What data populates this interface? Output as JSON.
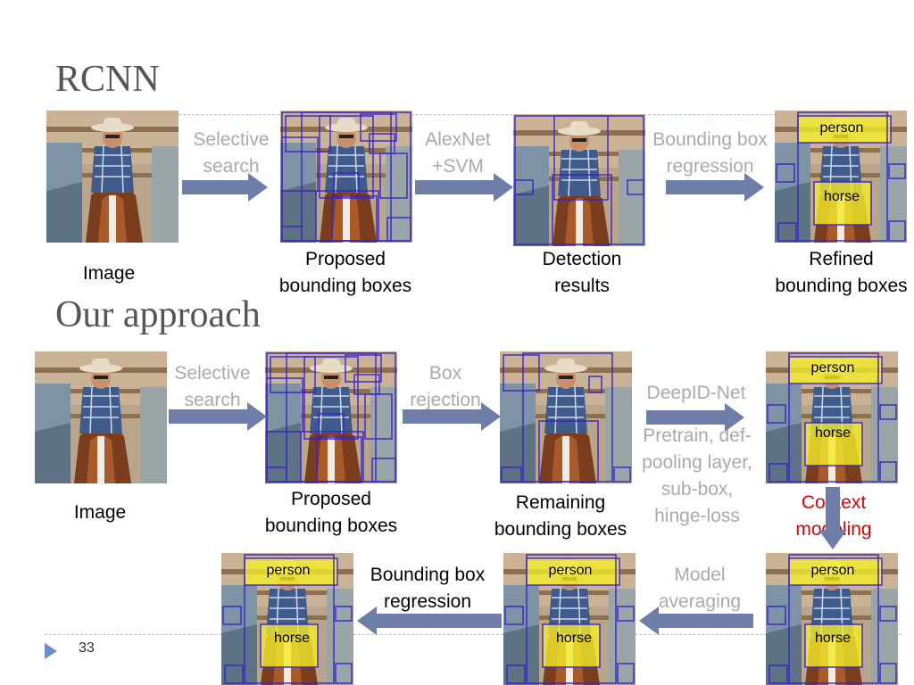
{
  "slide": {
    "number": "33",
    "colors": {
      "arrow_fill": "#6e7ea8",
      "box_stroke": "#3a24c8",
      "highlight": "#f4ec2a",
      "context_text": "#e00000"
    }
  },
  "rcnn": {
    "title": "RCNN",
    "steps": [
      {
        "label": "Image"
      },
      {
        "label": "Proposed\nbounding boxes"
      },
      {
        "label": "Detection\nresults"
      },
      {
        "label": "Refined\nbounding boxes"
      }
    ],
    "transitions": [
      "Selective\nsearch",
      "AlexNet\n+SVM",
      "Bounding box\nregression"
    ],
    "boxes": {
      "person": "person",
      "horse": "horse"
    }
  },
  "ours": {
    "title": "Our approach",
    "steps": [
      {
        "label": "Image"
      },
      {
        "label": "Proposed\nbounding boxes"
      },
      {
        "label": "Remaining\nbounding boxes"
      }
    ],
    "transitions": [
      "Selective\nsearch",
      "Box\nrejection",
      "DeepID-Net"
    ],
    "deepid_details": "Pretrain, def-\npooling layer,\nsub-box,\nhinge-loss",
    "context": "Context\nmodeling",
    "model_averaging": "Model\naveraging",
    "bbox_regression": "Bounding box\nregression",
    "boxes": {
      "person": "person",
      "horse": "horse"
    }
  }
}
